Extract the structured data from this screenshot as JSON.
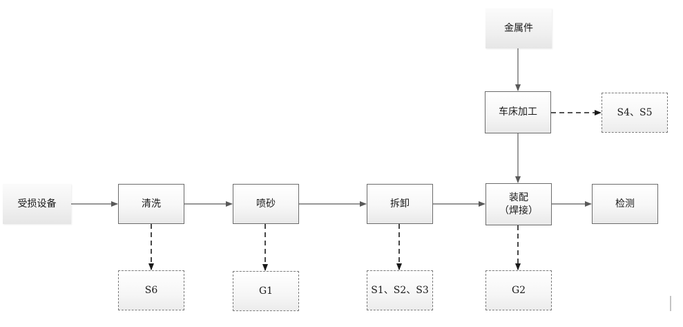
{
  "nodes": {
    "damaged_equipment": "受损设备",
    "cleaning": "清洗",
    "sandblasting": "喷砂",
    "disassembly": "拆卸",
    "assembly": "装配\n（焊接）",
    "inspection": "检测",
    "metal_parts": "金属件",
    "lathe_machining": "车床加工"
  },
  "outputs": {
    "cleaning": "S6",
    "sandblasting": "G1",
    "disassembly": "S1、S2、S3",
    "assembly": "G2",
    "lathe_machining": "S4、S5"
  },
  "colors": {
    "solid_arrow": "#595959",
    "dashed_arrow": "#1a1a1a"
  }
}
